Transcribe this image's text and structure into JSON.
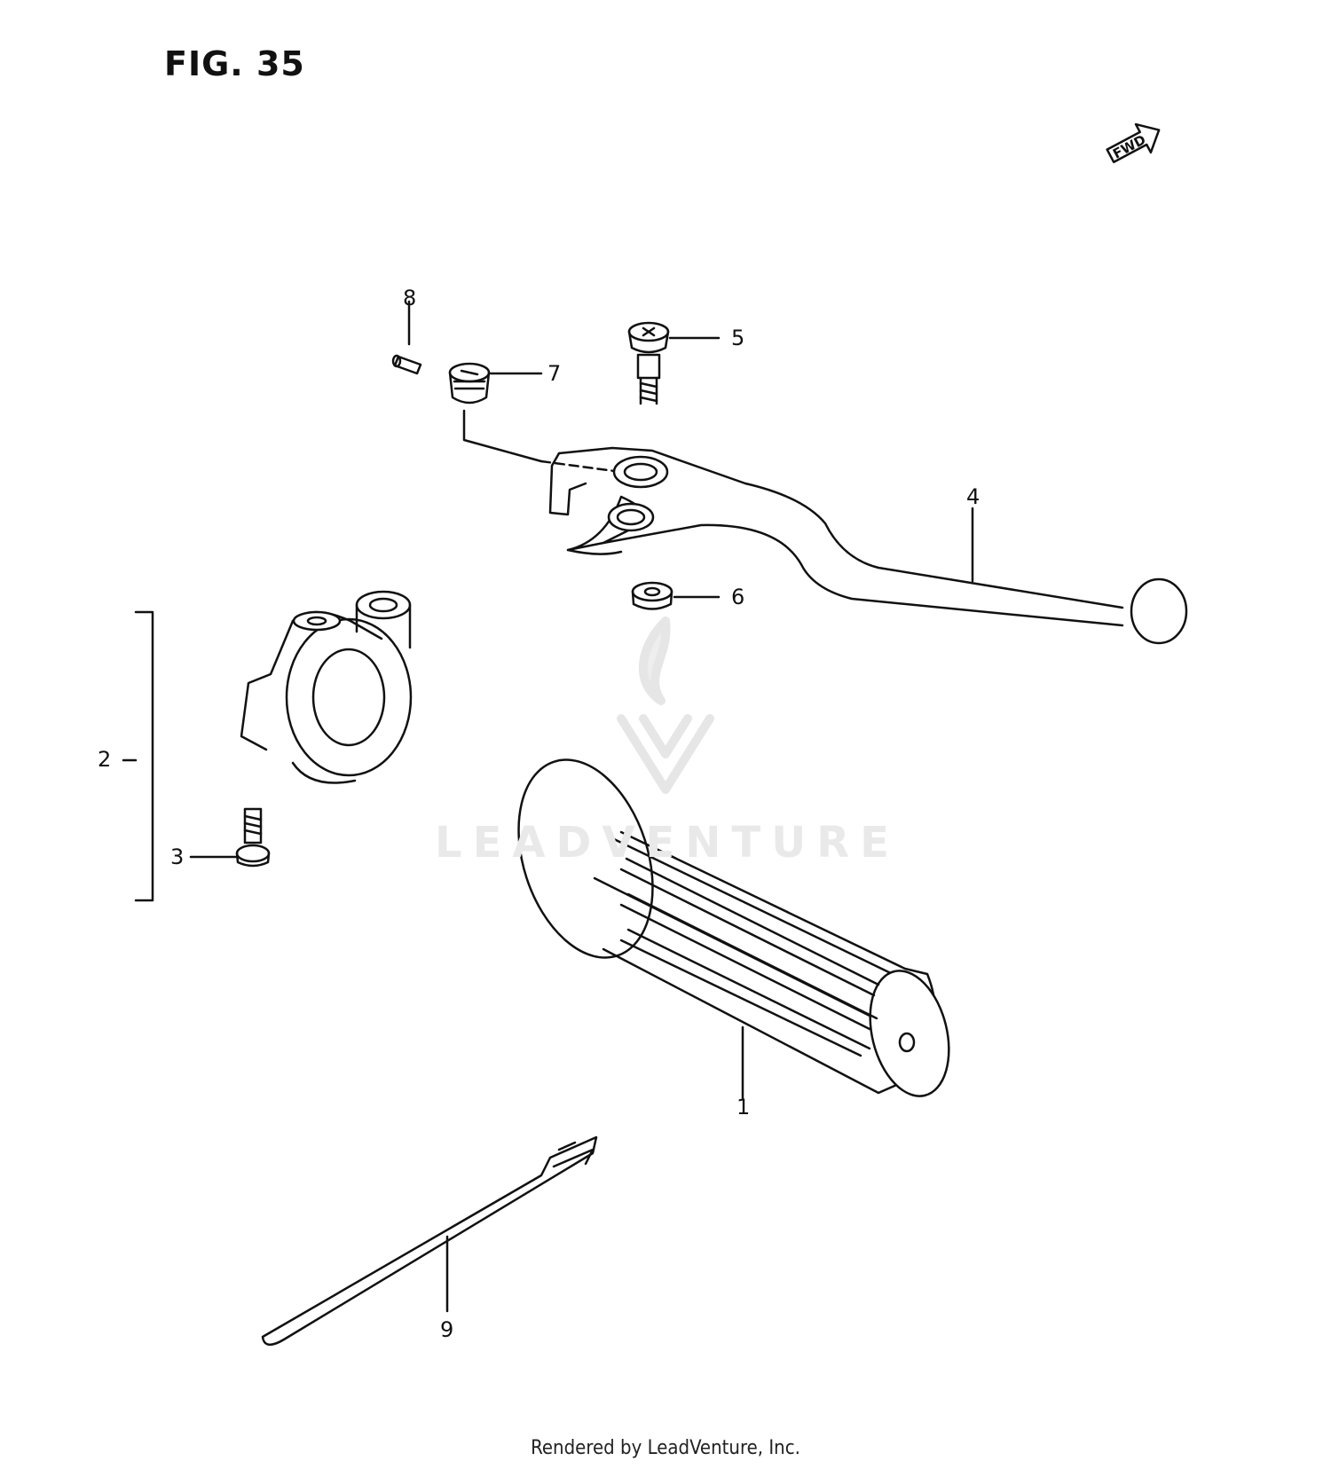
{
  "figure": {
    "title": "FIG. 35"
  },
  "direction_badge": {
    "label": "FWD"
  },
  "callouts": {
    "c1": "1",
    "c2": "2",
    "c3": "3",
    "c4": "4",
    "c5": "5",
    "c6": "6",
    "c7": "7",
    "c8": "8",
    "c9": "9"
  },
  "watermark": {
    "text": "LEADVENTURE"
  },
  "footer": {
    "text": "Rendered by LeadVenture, Inc."
  }
}
